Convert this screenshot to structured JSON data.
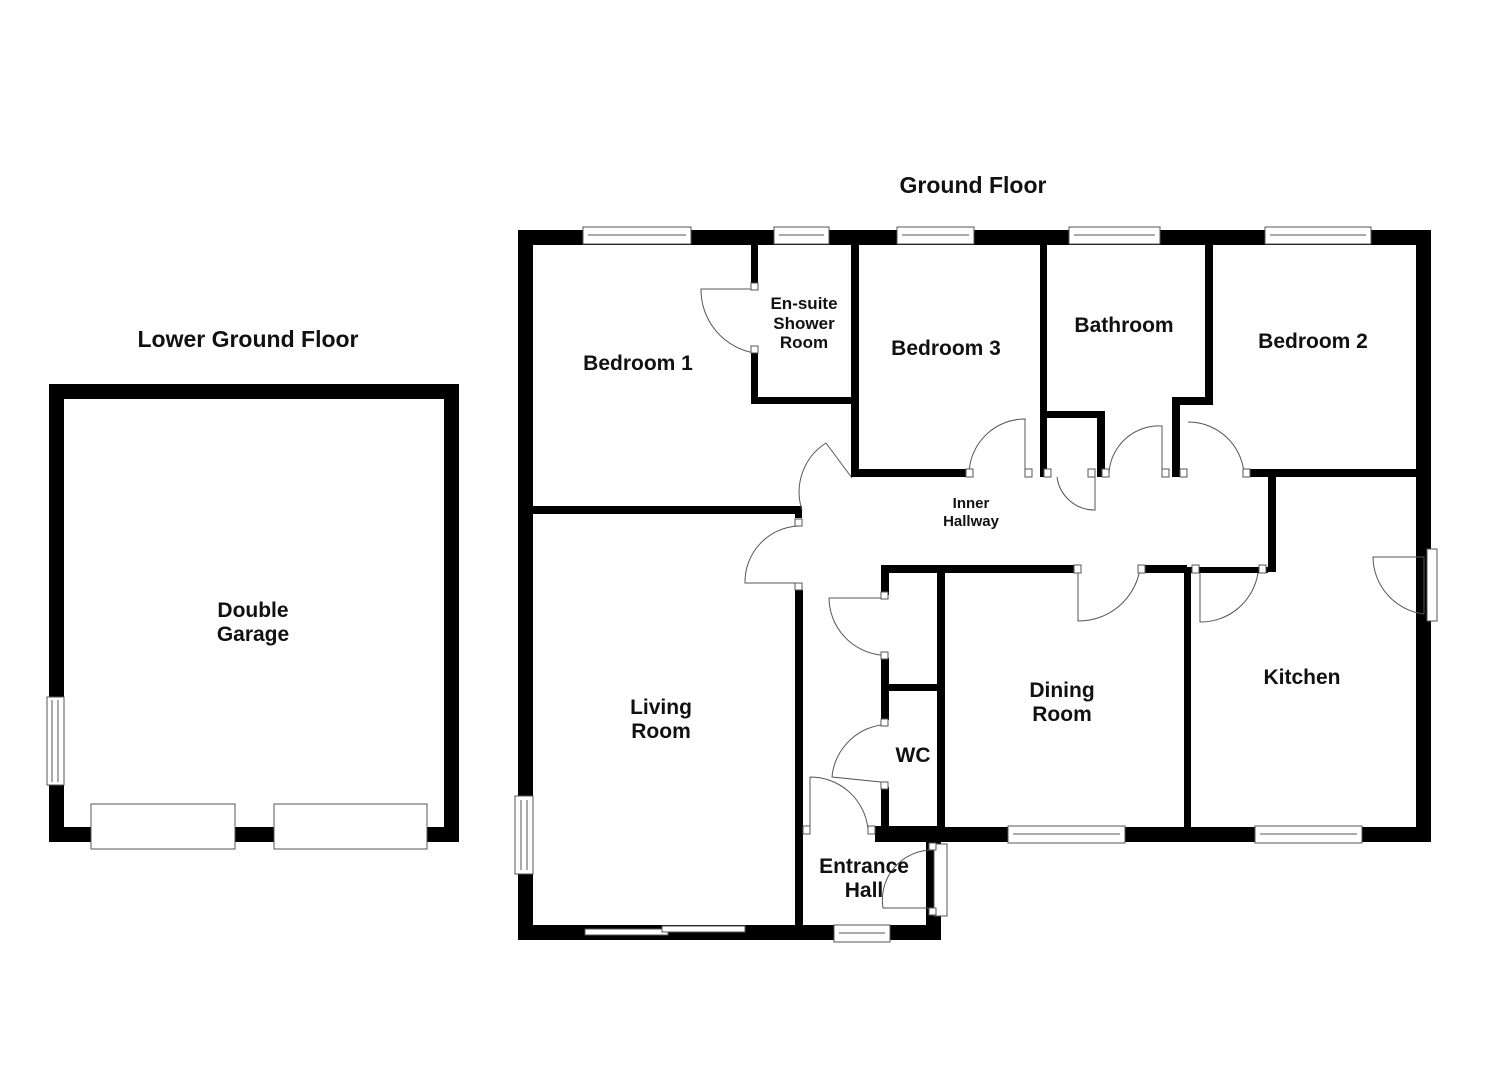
{
  "floors": {
    "lower": {
      "title": "Lower Ground Floor",
      "rooms": {
        "double_garage": {
          "line1": "Double",
          "line2": "Garage"
        }
      }
    },
    "ground": {
      "title": "Ground Floor",
      "rooms": {
        "bedroom1": {
          "line1": "Bedroom 1"
        },
        "ensuite": {
          "line1": "En-suite",
          "line2": "Shower",
          "line3": "Room"
        },
        "bedroom3": {
          "line1": "Bedroom 3"
        },
        "bathroom": {
          "line1": "Bathroom"
        },
        "bedroom2": {
          "line1": "Bedroom 2"
        },
        "inner_hallway": {
          "line1": "Inner",
          "line2": "Hallway"
        },
        "living_room": {
          "line1": "Living",
          "line2": "Room"
        },
        "dining_room": {
          "line1": "Dining",
          "line2": "Room"
        },
        "kitchen": {
          "line1": "Kitchen"
        },
        "wc": {
          "line1": "WC"
        },
        "entrance_hall": {
          "line1": "Entrance",
          "line2": "Hall"
        }
      }
    }
  },
  "colors": {
    "wall": "#000000",
    "background": "#ffffff",
    "fixture_line": "#555555"
  }
}
